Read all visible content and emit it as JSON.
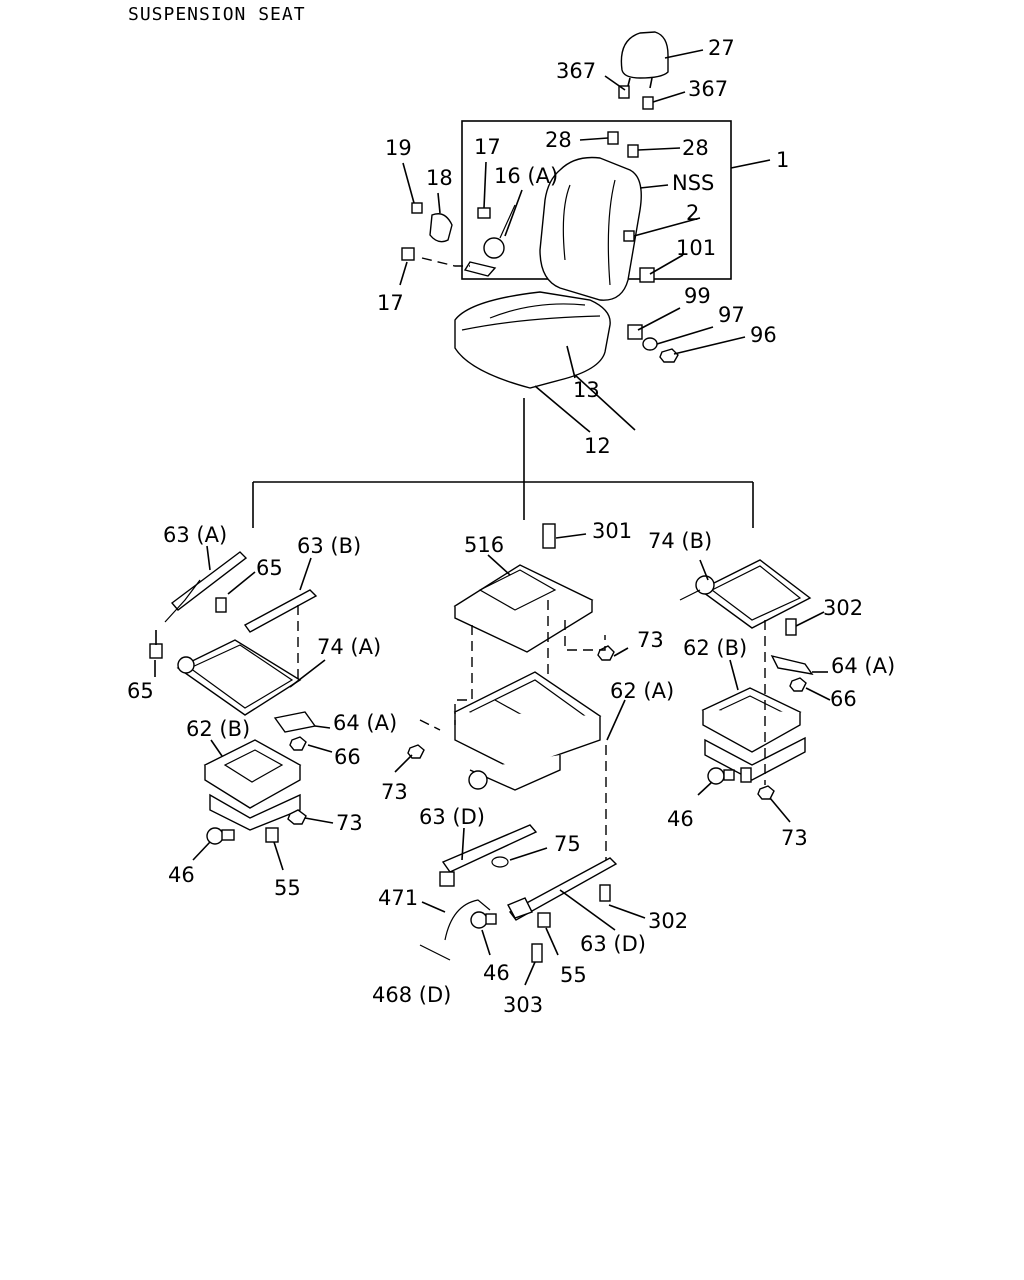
{
  "title": "SUSPENSION SEAT",
  "callouts": {
    "c27": "27",
    "c367a": "367",
    "c367b": "367",
    "c28a": "28",
    "c28b": "28",
    "c1": "1",
    "c19": "19",
    "c18": "18",
    "c17a": "17",
    "c16a": "16 (A)",
    "cnss": "NSS",
    "c2": "2",
    "c101": "101",
    "c17b": "17",
    "c99": "99",
    "c97": "97",
    "c96": "96",
    "c13": "13",
    "c12": "12",
    "c63a": "63 (A)",
    "c65a": "65",
    "c63b": "63 (B)",
    "c74a": "74 (A)",
    "c65b": "65",
    "c64a1": "64 (A)",
    "c62b1": "62 (B)",
    "c66a": "66",
    "c73a": "73",
    "c46a": "46",
    "c55a": "55",
    "c516": "516",
    "c301": "301",
    "c73b": "73",
    "c62a": "62 (A)",
    "c73c": "73",
    "c63d1": "63 (D)",
    "c75": "75",
    "c471": "471",
    "c302a": "302",
    "c63d2": "63 (D)",
    "c46b": "46",
    "c55b": "55",
    "c468d": "468 (D)",
    "c303": "303",
    "c74b": "74 (B)",
    "c302b": "302",
    "c62b2": "62 (B)",
    "c64a2": "64 (A)",
    "c66b": "66",
    "c46c": "46",
    "c73d": "73"
  }
}
